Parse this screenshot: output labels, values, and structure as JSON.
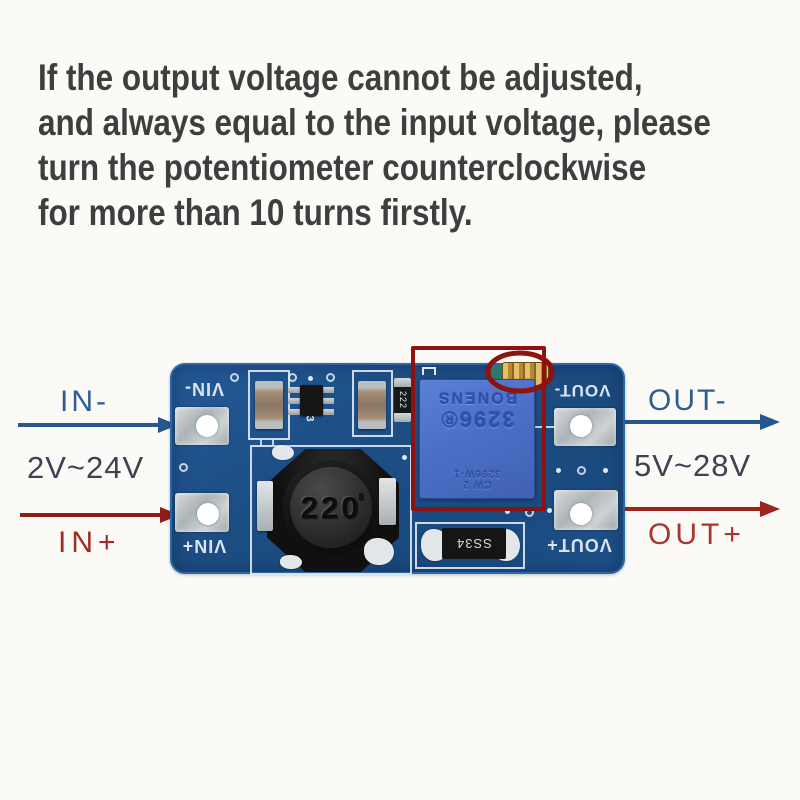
{
  "instruction": {
    "lines": [
      "If the output voltage cannot be adjusted,",
      "and always equal to the input voltage, please",
      "turn the potentiometer counterclockwise",
      "for more than 10 turns firstly."
    ]
  },
  "input_side": {
    "negative_label": "IN-",
    "voltage_range": "2V~24V",
    "positive_label": "IN+"
  },
  "output_side": {
    "negative_label": "OUT-",
    "voltage_range": "5V~28V",
    "positive_label": "OUT+"
  },
  "board": {
    "silkscreen": {
      "vin_negative": "VIN-",
      "vin_positive": "VIN+",
      "vout_negative": "VOUT-",
      "vout_positive": "VOUT+",
      "ic_mark": "3"
    },
    "components": {
      "inductor_marking": "220",
      "diode_marking": "SS34",
      "resistor_marking": "222",
      "potentiometer_brand": "BONENS",
      "potentiometer_model": "3296®",
      "potentiometer_code1": "3296W-1",
      "potentiometer_code2": "CW 2"
    }
  },
  "colors": {
    "pcb_blue": "#1d4f86",
    "arrow_blue": "#26578f",
    "arrow_red_in": "#8f1d18",
    "arrow_red_out": "#9c221c",
    "label_blue": "#2d5c96",
    "label_red": "#9c2d24",
    "range_text": "#3c4352",
    "highlight_red": "#8e1310",
    "instruction_text": "#3f3e3e"
  }
}
